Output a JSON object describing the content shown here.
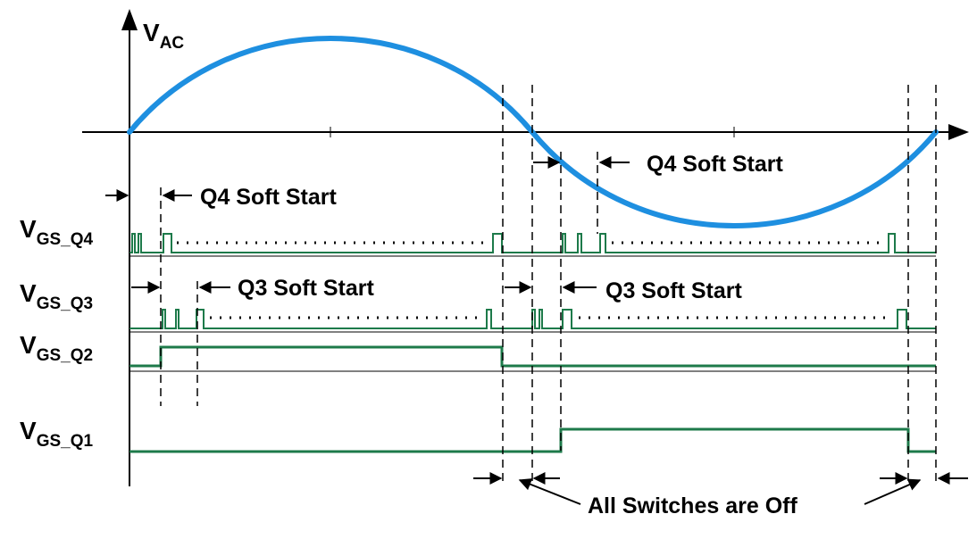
{
  "signals": {
    "vac": {
      "main": "V",
      "sub": "AC"
    },
    "q4": {
      "main": "V",
      "sub": "GS_Q4"
    },
    "q3": {
      "main": "V",
      "sub": "GS_Q3"
    },
    "q2": {
      "main": "V",
      "sub": "GS_Q2"
    },
    "q1": {
      "main": "V",
      "sub": "GS_Q1"
    }
  },
  "annotations": {
    "q4_soft_start_first": "Q4 Soft Start",
    "q4_soft_start_second": "Q4 Soft Start",
    "q3_soft_start_first": "Q3 Soft Start",
    "q3_soft_start_second": "Q3 Soft Start",
    "all_switches_off": "All Switches are Off"
  },
  "colors": {
    "sine": "#1e8fe0",
    "gate": "#1d7a4a",
    "axis": "#000000"
  }
}
